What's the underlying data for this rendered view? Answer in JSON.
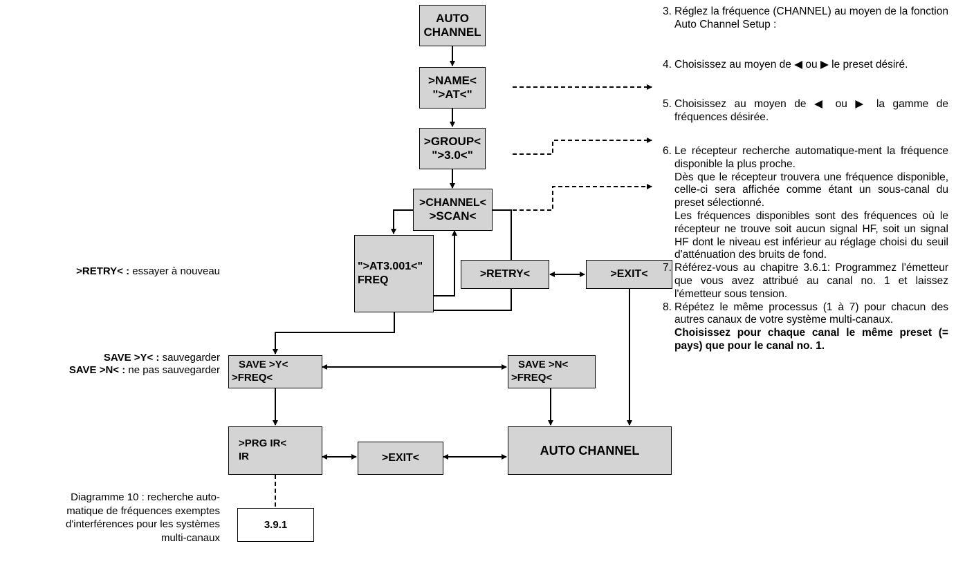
{
  "flow": {
    "auto_channel_top": [
      "AUTO",
      "CHANNEL"
    ],
    "name": [
      ">NAME<",
      "\">AT<\""
    ],
    "group": [
      ">GROUP<",
      "\">3.0<\""
    ],
    "channel_scan": [
      ">CHANNEL<",
      ">SCAN<"
    ],
    "freq_found": [
      "\">AT3.001<\"",
      "FREQ"
    ],
    "retry": ">RETRY<",
    "exit_top": ">EXIT<",
    "save_y": [
      "SAVE >Y<",
      ">FREQ<"
    ],
    "save_n": [
      "SAVE >N<",
      ">FREQ<"
    ],
    "prg_ir": [
      ">PRG IR<",
      "IR"
    ],
    "exit_bottom": ">EXIT<",
    "auto_channel_bottom": "AUTO CHANNEL",
    "ref_box": "3.9.1"
  },
  "left_notes": {
    "retry_key": ">RETRY< :",
    "retry_text": " essayer à nouveau",
    "save_y_key": "SAVE >Y< :",
    "save_y_text": " sauvegarder",
    "save_n_key": "SAVE >N< :",
    "save_n_text": " ne pas sauvegarder",
    "caption": [
      "Diagramme 10 : recherche auto-",
      "matique de fréquences exemptes",
      "d'interférences pour les systèmes",
      "multi-canaux"
    ]
  },
  "steps": [
    {
      "num": "3.",
      "paragraphs": [
        "Réglez la fréquence (CHANNEL) au moyen de la fonction Auto Channel Setup :"
      ]
    },
    {
      "num": "4.",
      "paragraphs": [
        "Choisissez au moyen de ◀ ou ▶ le preset désiré."
      ]
    },
    {
      "num": "5.",
      "paragraphs": [
        "Choisissez au moyen de ◀ ou ▶ la gamme de fréquences désirée."
      ]
    },
    {
      "num": "6.",
      "paragraphs": [
        "Le récepteur recherche automatique-ment la fréquence disponible la plus proche.",
        "Dès que le récepteur trouvera une fréquence disponible, celle-ci sera affichée comme étant un sous-canal du preset sélectionné.",
        "Les fréquences disponibles sont des fréquences où le récepteur ne trouve soit aucun signal HF, soit un signal HF dont le niveau est inférieur au réglage choisi du seuil d'atténuation des bruits de fond."
      ]
    },
    {
      "num": "7.",
      "paragraphs": [
        "Référez-vous au chapitre 3.6.1: Programmez l'émetteur que vous avez attribué au canal no. 1 et laissez l'émetteur sous tension."
      ]
    },
    {
      "num": "8.",
      "paragraphs": [
        "Répétez le même processus (1 à 7) pour chacun des autres canaux de votre système multi-canaux."
      ],
      "bold": "Choisissez pour chaque canal le même preset (= pays) que pour le canal no. 1."
    }
  ]
}
